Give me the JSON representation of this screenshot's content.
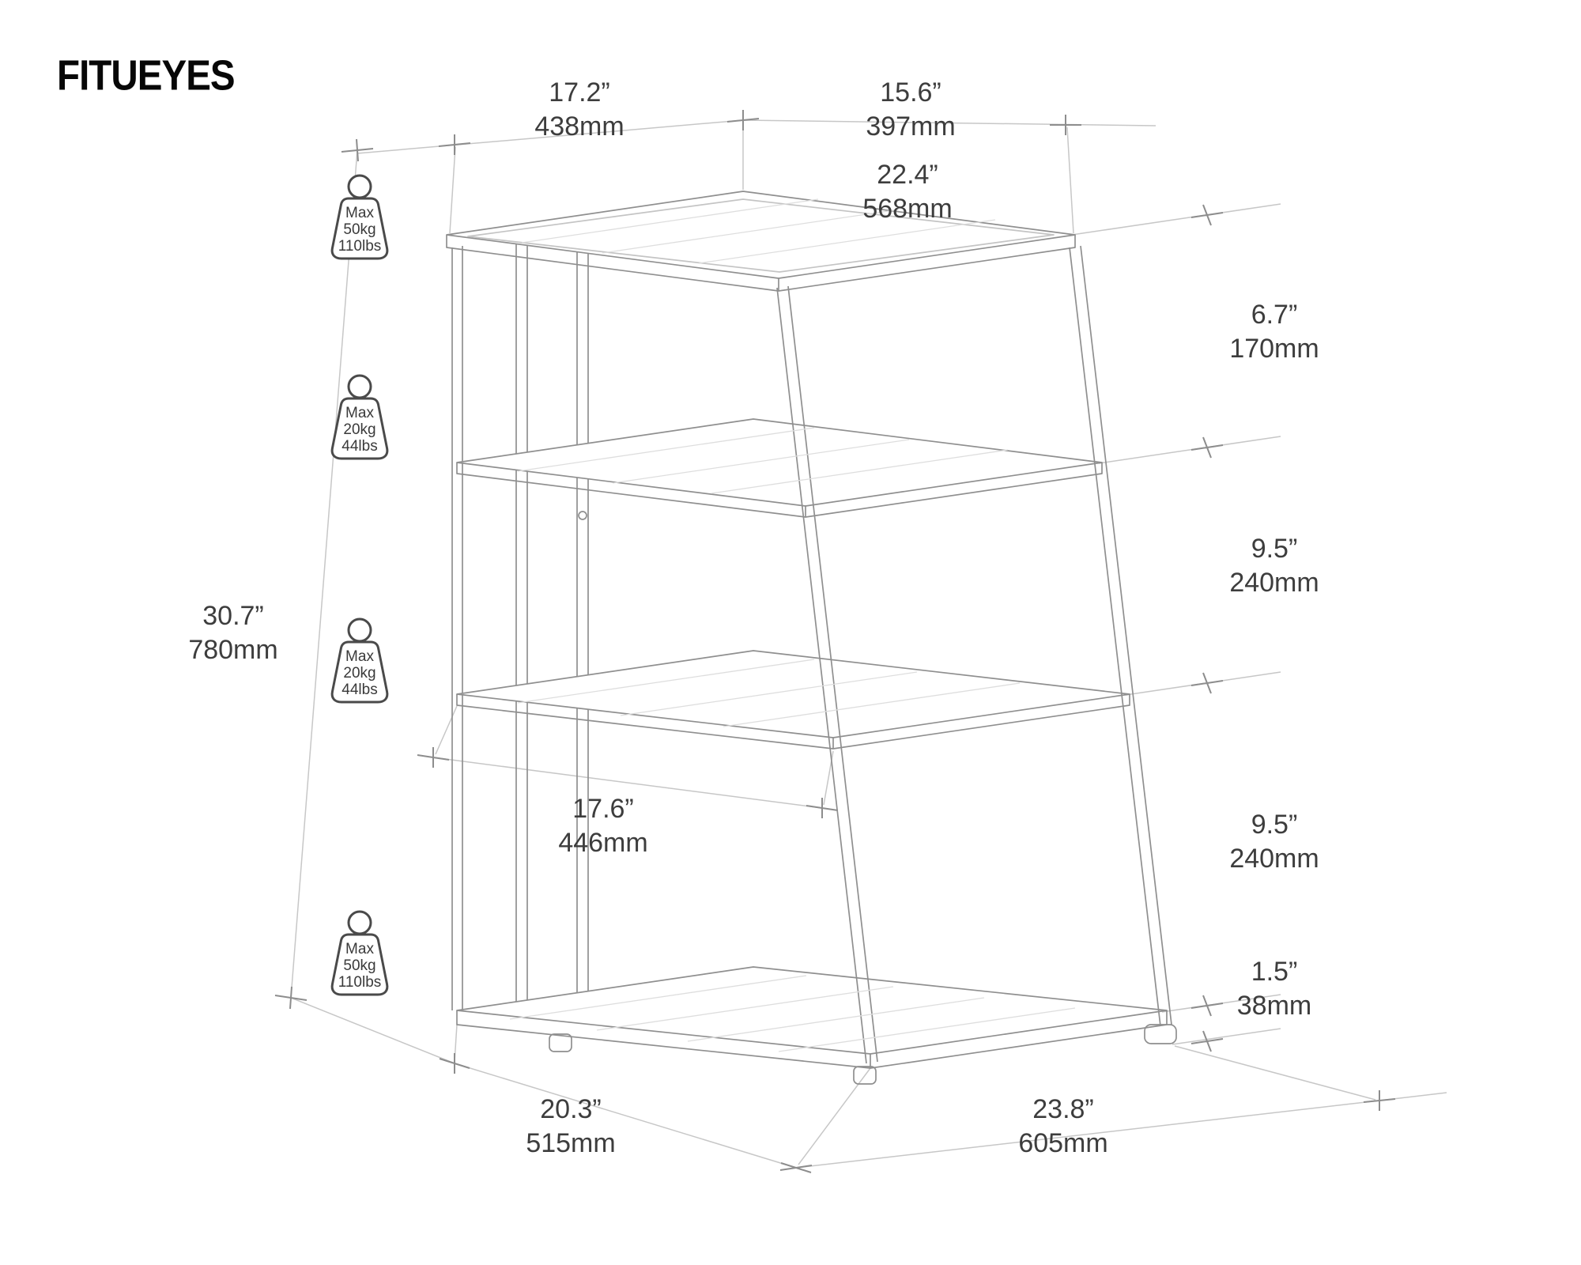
{
  "brand": {
    "name": "FITUEYES"
  },
  "dimensions": {
    "top_left_width": {
      "in": "17.2”",
      "mm": "438mm"
    },
    "top_right_width": {
      "in": "15.6”",
      "mm": "397mm"
    },
    "top_shelf_depth": {
      "in": "22.4”",
      "mm": "568mm"
    },
    "tier_gap_top": {
      "in": "6.7”",
      "mm": "170mm"
    },
    "tier_gap_middle": {
      "in": "9.5”",
      "mm": "240mm"
    },
    "tier_gap_lower": {
      "in": "9.5”",
      "mm": "240mm"
    },
    "foot_height": {
      "in": "1.5”",
      "mm": "38mm"
    },
    "total_height": {
      "in": "30.7”",
      "mm": "780mm"
    },
    "middle_shelf_width": {
      "in": "17.6”",
      "mm": "446mm"
    },
    "base_left_width": {
      "in": "20.3”",
      "mm": "515mm"
    },
    "base_right_width": {
      "in": "23.8”",
      "mm": "605mm"
    }
  },
  "weight_badges": [
    {
      "label": "Max",
      "kg": "50kg",
      "lbs": "110lbs"
    },
    {
      "label": "Max",
      "kg": "20kg",
      "lbs": "44lbs"
    },
    {
      "label": "Max",
      "kg": "20kg",
      "lbs": "44lbs"
    },
    {
      "label": "Max",
      "kg": "50kg",
      "lbs": "110lbs"
    }
  ]
}
